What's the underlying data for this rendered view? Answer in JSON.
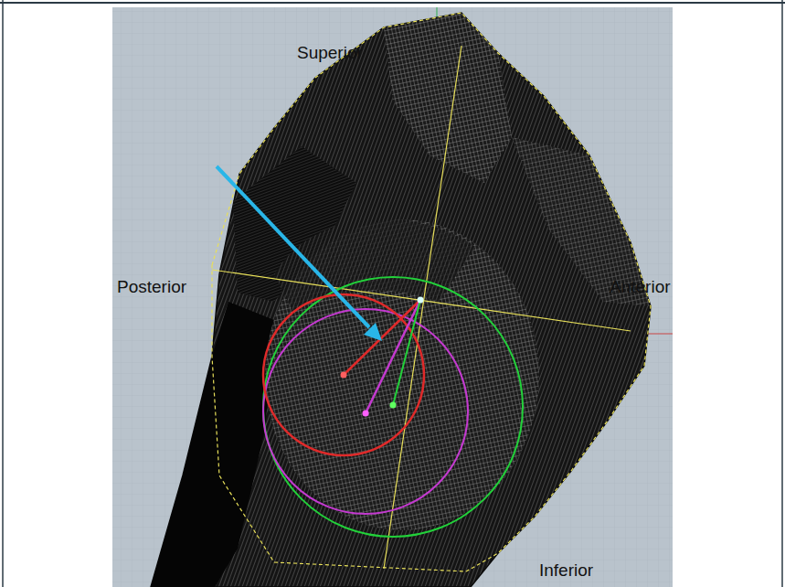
{
  "diagram": {
    "labels": [
      "Superior",
      "Posterior",
      "Anterior",
      "Inferior"
    ]
  }
}
